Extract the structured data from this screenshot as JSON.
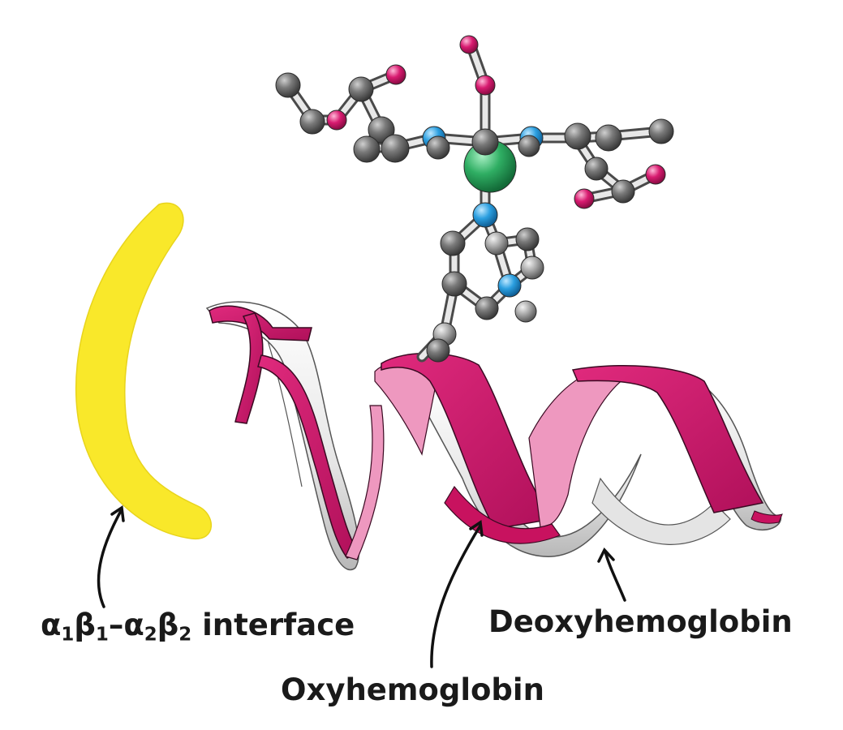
{
  "labels": {
    "interface": {
      "alpha": "α",
      "beta": "β",
      "sub1": "1",
      "sub2": "2",
      "dash": "–",
      "word": " interface"
    },
    "deoxy": "Deoxyhemoglobin",
    "oxy": "Oxyhemoglobin"
  },
  "colors": {
    "interface_band": "#f9e82a",
    "oxy_helix": "#d4196e",
    "oxy_helix_back": "#ee98bf",
    "deoxy_helix": "#eeeeee",
    "carbon": "#6c6c6c",
    "nitrogen": "#2b9fe0",
    "oxygen": "#d81b70",
    "iron": "#2fae63",
    "bond": "#d8d8d8"
  }
}
